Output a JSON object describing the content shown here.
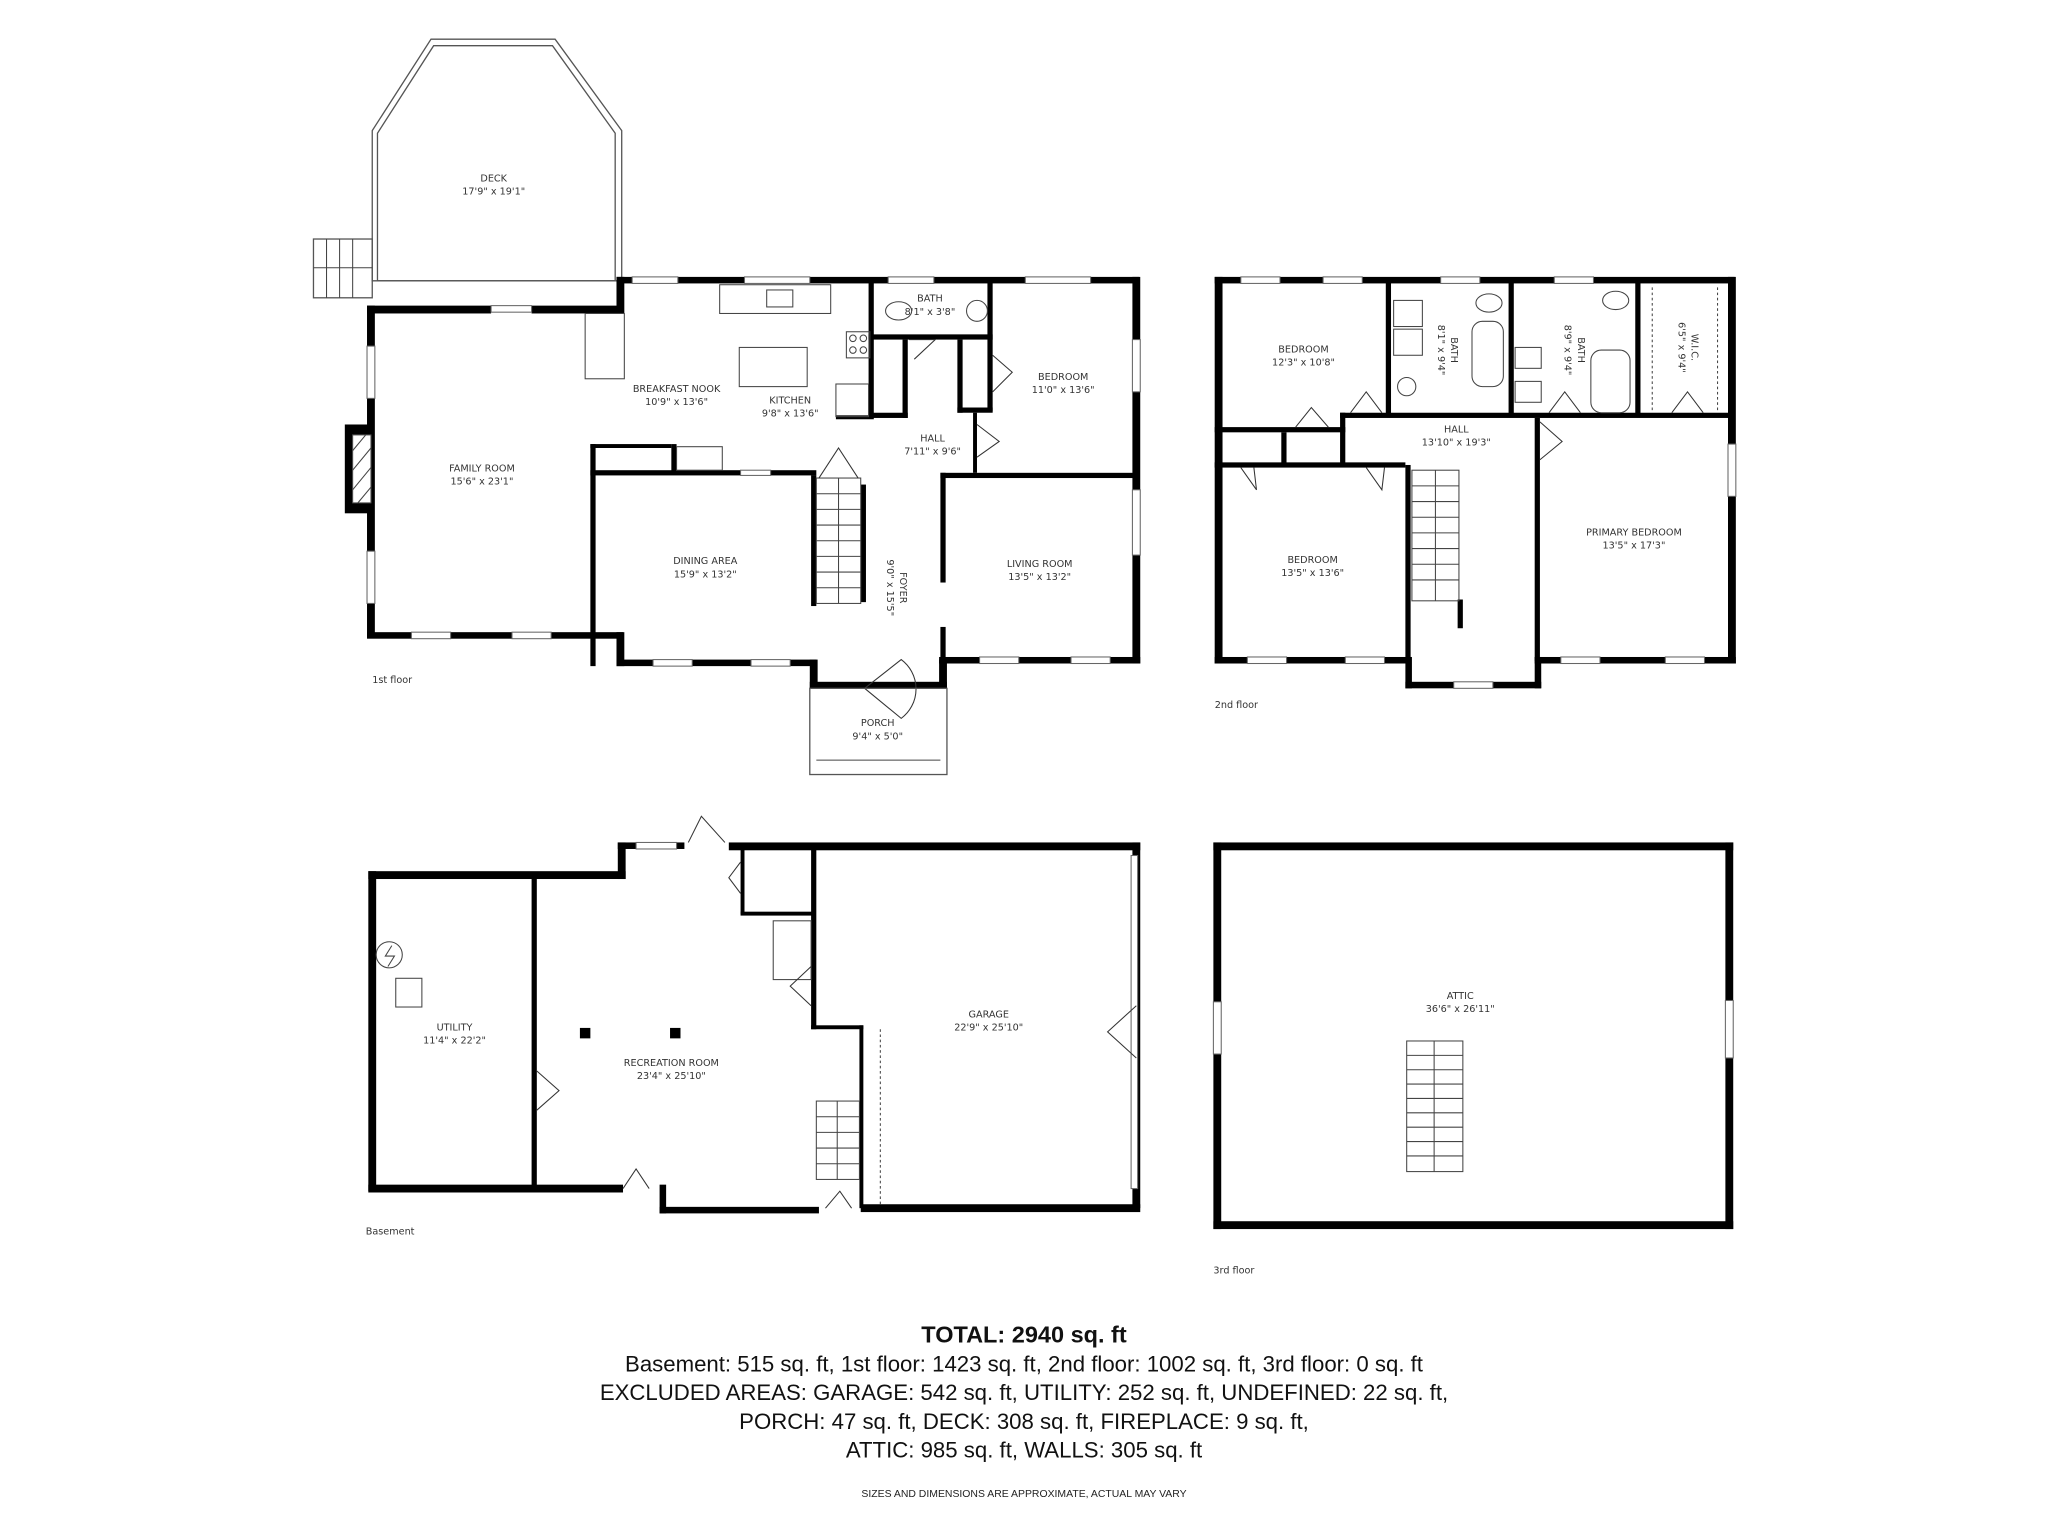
{
  "floors": {
    "first": {
      "label": "1st floor",
      "rooms": {
        "deck": {
          "name": "DECK",
          "dim": "17'9\" x 19'1\""
        },
        "family_room": {
          "name": "FAMILY ROOM",
          "dim": "15'6\" x 23'1\""
        },
        "breakfast_nook": {
          "name": "BREAKFAST NOOK",
          "dim": "10'9\" x 13'6\""
        },
        "kitchen": {
          "name": "KITCHEN",
          "dim": "9'8\" x 13'6\""
        },
        "bath": {
          "name": "BATH",
          "dim": "8'1\" x 3'8\""
        },
        "bedroom": {
          "name": "BEDROOM",
          "dim": "11'0\" x 13'6\""
        },
        "hall": {
          "name": "HALL",
          "dim": "7'11\" x 9'6\""
        },
        "dining_area": {
          "name": "DINING AREA",
          "dim": "15'9\" x 13'2\""
        },
        "foyer": {
          "name": "FOYER",
          "dim": "9'0\" x 15'5\""
        },
        "living_room": {
          "name": "LIVING ROOM",
          "dim": "13'5\" x 13'2\""
        },
        "porch": {
          "name": "PORCH",
          "dim": "9'4\" x 5'0\""
        }
      }
    },
    "second": {
      "label": "2nd floor",
      "rooms": {
        "bedroom_nw": {
          "name": "BEDROOM",
          "dim": "12'3\" x 10'8\""
        },
        "bath_1": {
          "name": "BATH",
          "dim": "8'1\" x 9'4\""
        },
        "bath_2": {
          "name": "BATH",
          "dim": "8'9\" x 9'4\""
        },
        "wic": {
          "name": "W.I.C.",
          "dim": "6'5\" x 9'4\""
        },
        "hall": {
          "name": "HALL",
          "dim": "13'10\" x 19'3\""
        },
        "bedroom_sw": {
          "name": "BEDROOM",
          "dim": "13'5\" x 13'6\""
        },
        "primary_bedroom": {
          "name": "PRIMARY BEDROOM",
          "dim": "13'5\" x 17'3\""
        }
      }
    },
    "basement": {
      "label": "Basement",
      "rooms": {
        "utility": {
          "name": "UTILITY",
          "dim": "11'4\" x 22'2\""
        },
        "recreation_room": {
          "name": "RECREATION ROOM",
          "dim": "23'4\" x 25'10\""
        },
        "garage": {
          "name": "GARAGE",
          "dim": "22'9\" x 25'10\""
        }
      }
    },
    "third": {
      "label": "3rd floor",
      "rooms": {
        "attic": {
          "name": "ATTIC",
          "dim": "36'6\" x 26'11\""
        }
      }
    }
  },
  "summary": {
    "total": "TOTAL: 2940 sq. ft",
    "line1": "Basement: 515 sq. ft, 1st floor: 1423 sq. ft, 2nd floor: 1002 sq. ft, 3rd floor: 0 sq. ft",
    "line2": "EXCLUDED AREAS: GARAGE: 542 sq. ft, UTILITY: 252 sq. ft, UNDEFINED: 22 sq. ft,",
    "line3": "PORCH: 47 sq. ft, DECK: 308 sq. ft, FIREPLACE: 9 sq. ft,",
    "line4": "ATTIC: 985 sq. ft, WALLS: 305 sq. ft",
    "disclaimer": "SIZES AND DIMENSIONS ARE APPROXIMATE, ACTUAL MAY VARY"
  }
}
